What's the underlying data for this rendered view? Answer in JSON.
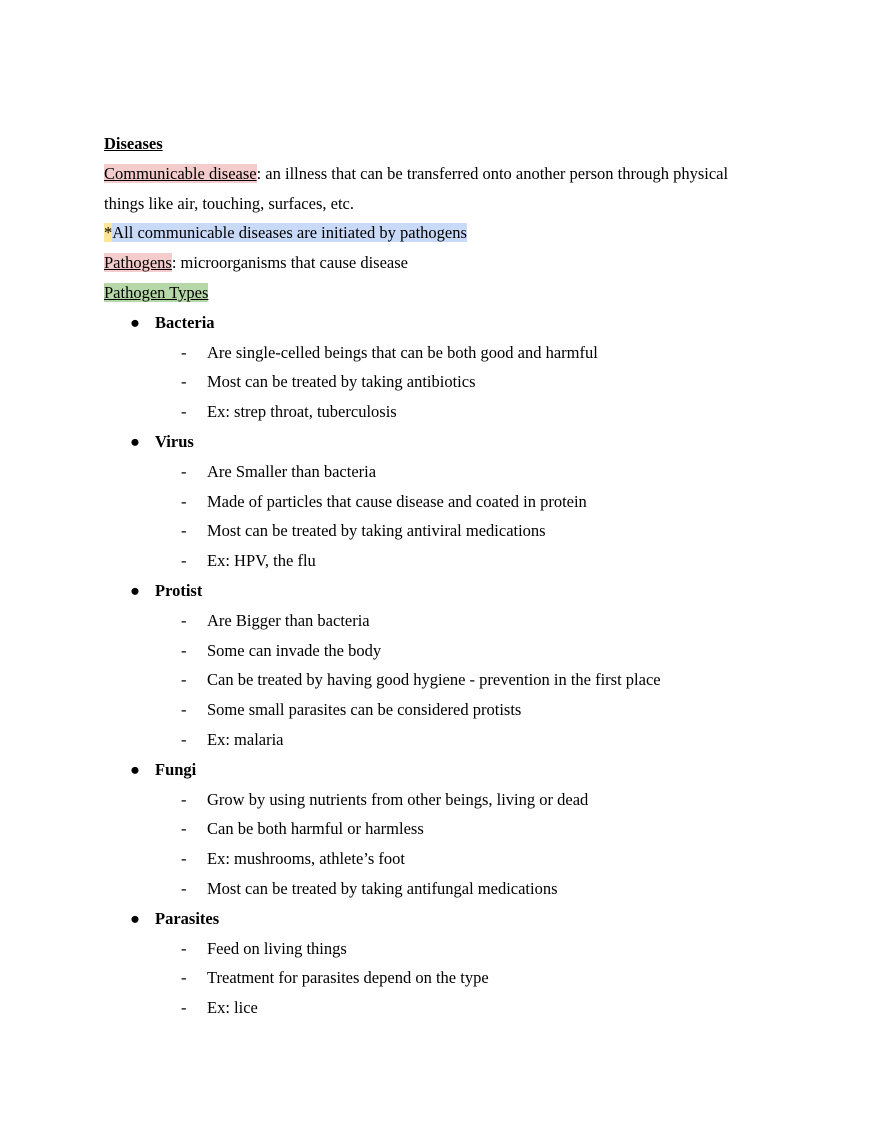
{
  "doc": {
    "heading": "Diseases",
    "def1_term": "Communicable disease",
    "def1_rest": ": an illness that can be transferred onto another person through physical",
    "def1_cont": "things like air, touching, surfaces, etc.",
    "note_star": "*",
    "note_text": "All communicable diseases are initiated by pathogens",
    "def2_term": "Pathogens",
    "def2_rest": ": microorganisms that cause disease",
    "types_heading": "Pathogen Types",
    "bullet_glyph": "●",
    "dash_glyph": "-",
    "groups": [
      {
        "name": "Bacteria",
        "items": [
          "Are single-celled beings that can be both good and harmful",
          "Most can be treated by taking antibiotics",
          "Ex: strep throat, tuberculosis"
        ]
      },
      {
        "name": "Virus",
        "items": [
          "Are Smaller than bacteria",
          "Made of particles that cause disease and coated in protein",
          "Most can be treated by taking antiviral medications",
          "Ex: HPV, the flu"
        ]
      },
      {
        "name": "Protist",
        "items": [
          "Are Bigger than bacteria",
          "Some can invade the body",
          "Can be treated by having good hygiene - prevention in the first place",
          "Some small parasites can be considered protists",
          "Ex: malaria"
        ]
      },
      {
        "name": "Fungi",
        "items": [
          "Grow by using nutrients from other beings, living or dead",
          "Can be both harmful or harmless",
          "Ex: mushrooms, athlete’s foot",
          "Most can be treated by taking antifungal medications"
        ]
      },
      {
        "name": "Parasites",
        "items": [
          "Feed on living things",
          "Treatment for parasites depend on the type",
          "Ex: lice"
        ]
      }
    ]
  },
  "colors": {
    "highlight_red": "#f4cccc",
    "highlight_yellow": "#ffe599",
    "highlight_blue": "#c9daf8",
    "highlight_green": "#b6d7a8"
  }
}
